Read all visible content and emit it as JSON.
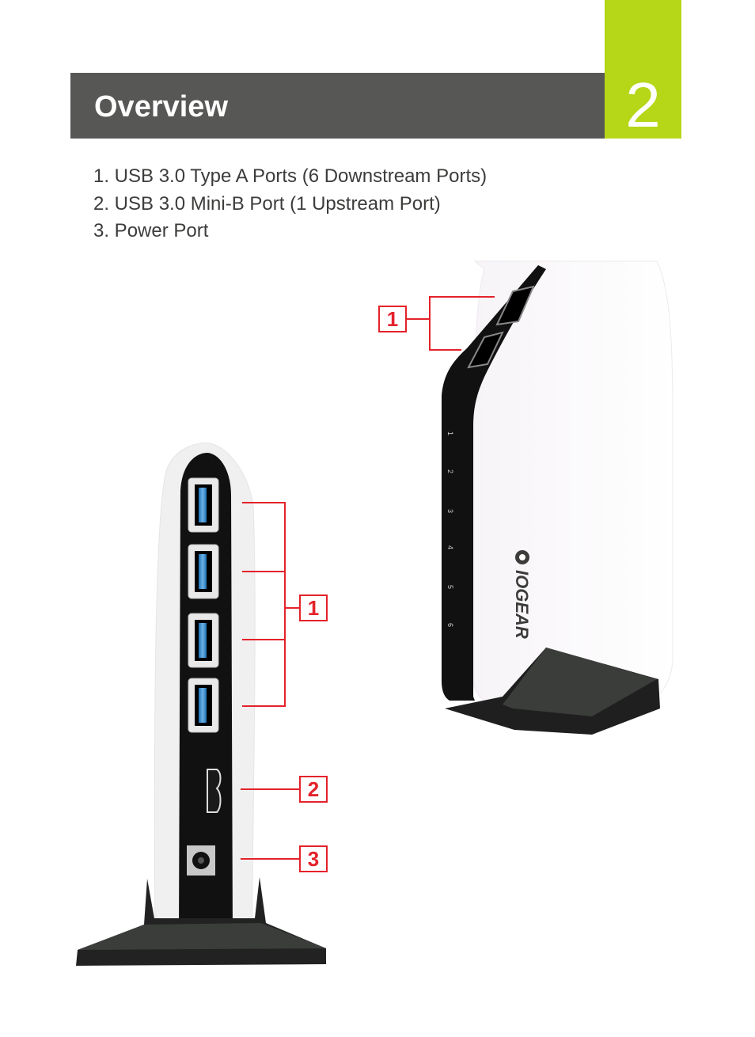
{
  "header": {
    "title": "Overview"
  },
  "page_number": "2",
  "features": [
    "1. USB 3.0 Type A Ports (6 Downstream Ports)",
    "2. USB 3.0 Mini-B Port (1 Upstream Port)",
    "3. Power Port"
  ],
  "callouts": {
    "top_ports": "1",
    "front_ports": "1",
    "mini_b": "2",
    "power": "3"
  },
  "port_numbers": [
    "1",
    "2",
    "3",
    "4",
    "5",
    "6"
  ],
  "brand_logo": "IOGEAR",
  "colors": {
    "header_bg": "#575756",
    "accent_green": "#b5d718",
    "callout_red": "#e4222a",
    "usb3_blue": "#3a8fd0"
  }
}
